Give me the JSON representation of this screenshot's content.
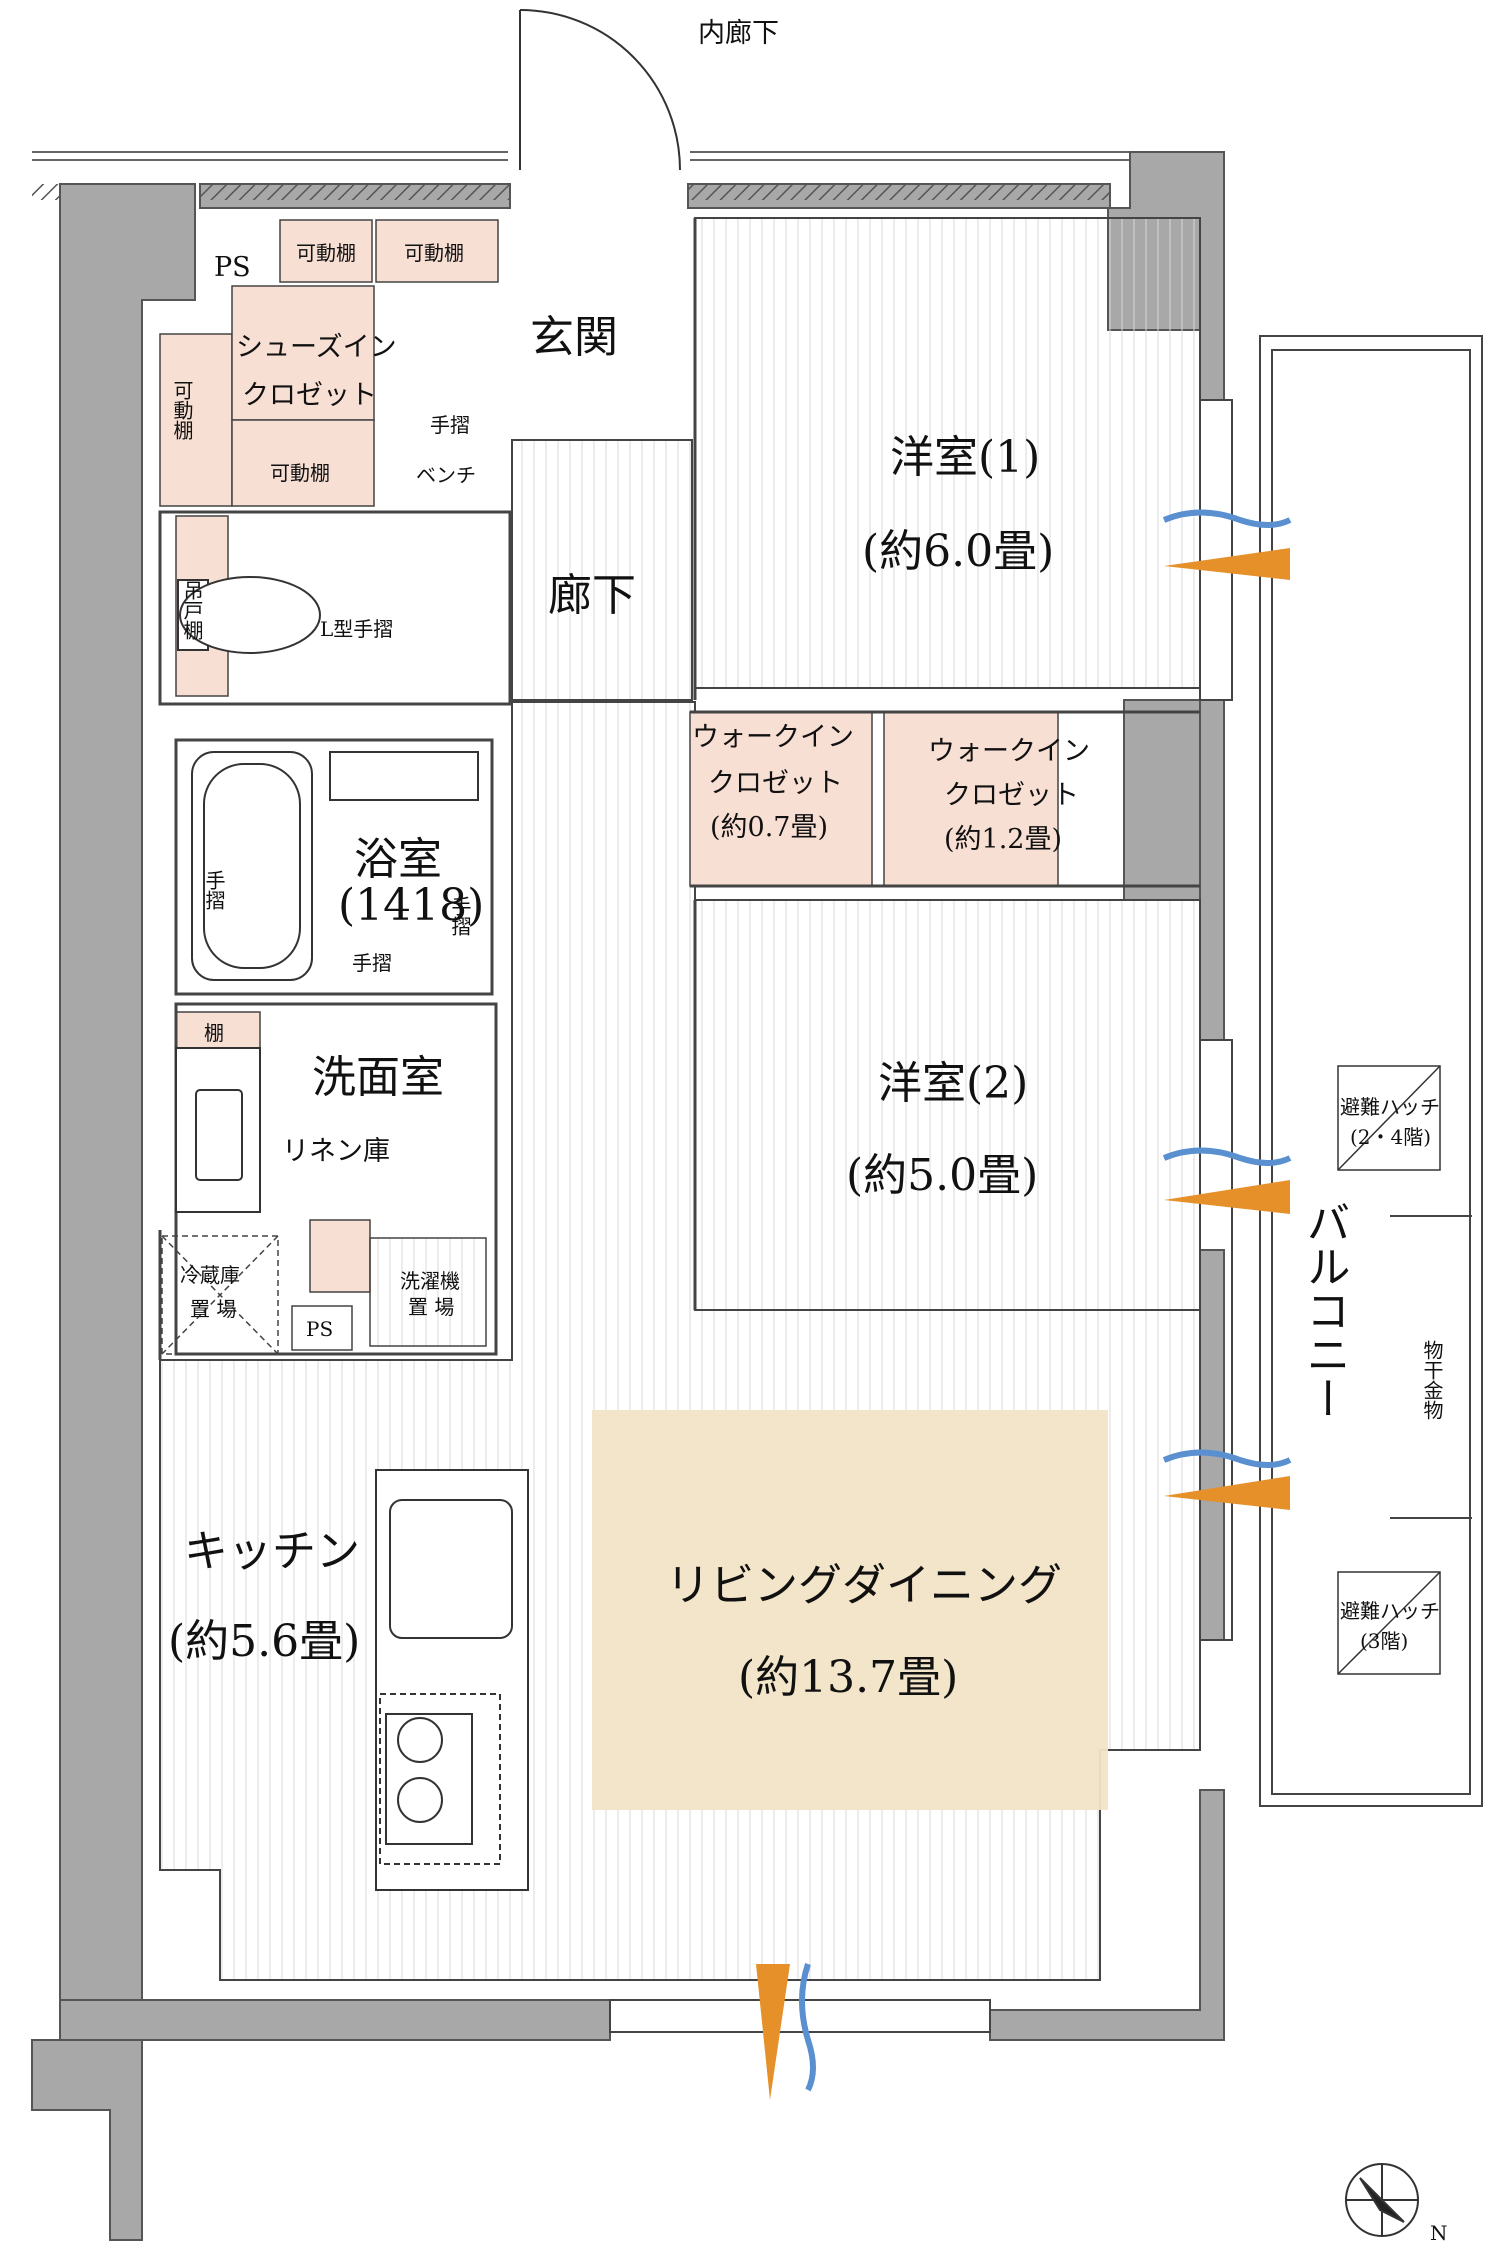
{
  "labels": {
    "inner_corridor": "内廊下",
    "ps_top": "PS",
    "shelf_1": "可動棚",
    "shelf_2": "可動棚",
    "shoes_closet_1": "シューズイン",
    "shoes_closet_2": "クロゼット",
    "shelf_v": "可動棚",
    "shelf_3": "可動棚",
    "handrail_entry": "手摺",
    "bench": "ベンチ",
    "entrance": "玄関",
    "hanging_shelf": "吊戸棚",
    "l_handrail": "L型手摺",
    "corridor": "廊下",
    "room1_name": "洋室(1)",
    "room1_size": "(約6.0畳)",
    "wic1_a": "ウォークイン",
    "wic1_b": "クロゼット",
    "wic1_c": "(約0.7畳)",
    "wic2_a": "ウォークイン",
    "wic2_b": "クロゼット",
    "wic2_c": "(約1.2畳)",
    "bath_name": "浴室",
    "bath_size": "(1418)",
    "handrail_bath_a": "手摺",
    "handrail_bath_b": "手摺",
    "handrail_bath_c": "手摺",
    "shelf_wash": "棚",
    "washroom": "洗面室",
    "linen": "リネン庫",
    "fridge_a": "冷蔵庫",
    "fridge_b": "置 場",
    "ps_bottom": "PS",
    "washer_a": "洗濯機",
    "washer_b": "置 場",
    "room2_name": "洋室(2)",
    "room2_size": "(約5.0畳)",
    "kitchen_name": "キッチン",
    "kitchen_size": "(約5.6畳)",
    "living_name": "リビングダイニング",
    "living_size": "(約13.7畳)",
    "balcony": "バルコニー",
    "drying_hardware": "物干金物",
    "hatch1_a": "避難ハッチ",
    "hatch1_b": "(2・4階)",
    "hatch2_a": "避難ハッチ",
    "hatch2_b": "(3階)",
    "compass_n": "N"
  },
  "colors": {
    "wall": "#a8a8a8",
    "wall_dark": "#3a3a3a",
    "closet": "#f8dfd4",
    "living_rug": "#f2e4c6",
    "wind_blue": "#5a90d0",
    "light_orange": "#e6902a",
    "floor_line": "#d8d8d8"
  },
  "icons": [
    "entry-door-icon",
    "bathtub-icon",
    "toilet-icon",
    "sink-icon",
    "stove-icon",
    "compass-icon",
    "ventilation-icon",
    "sunlight-icon"
  ]
}
